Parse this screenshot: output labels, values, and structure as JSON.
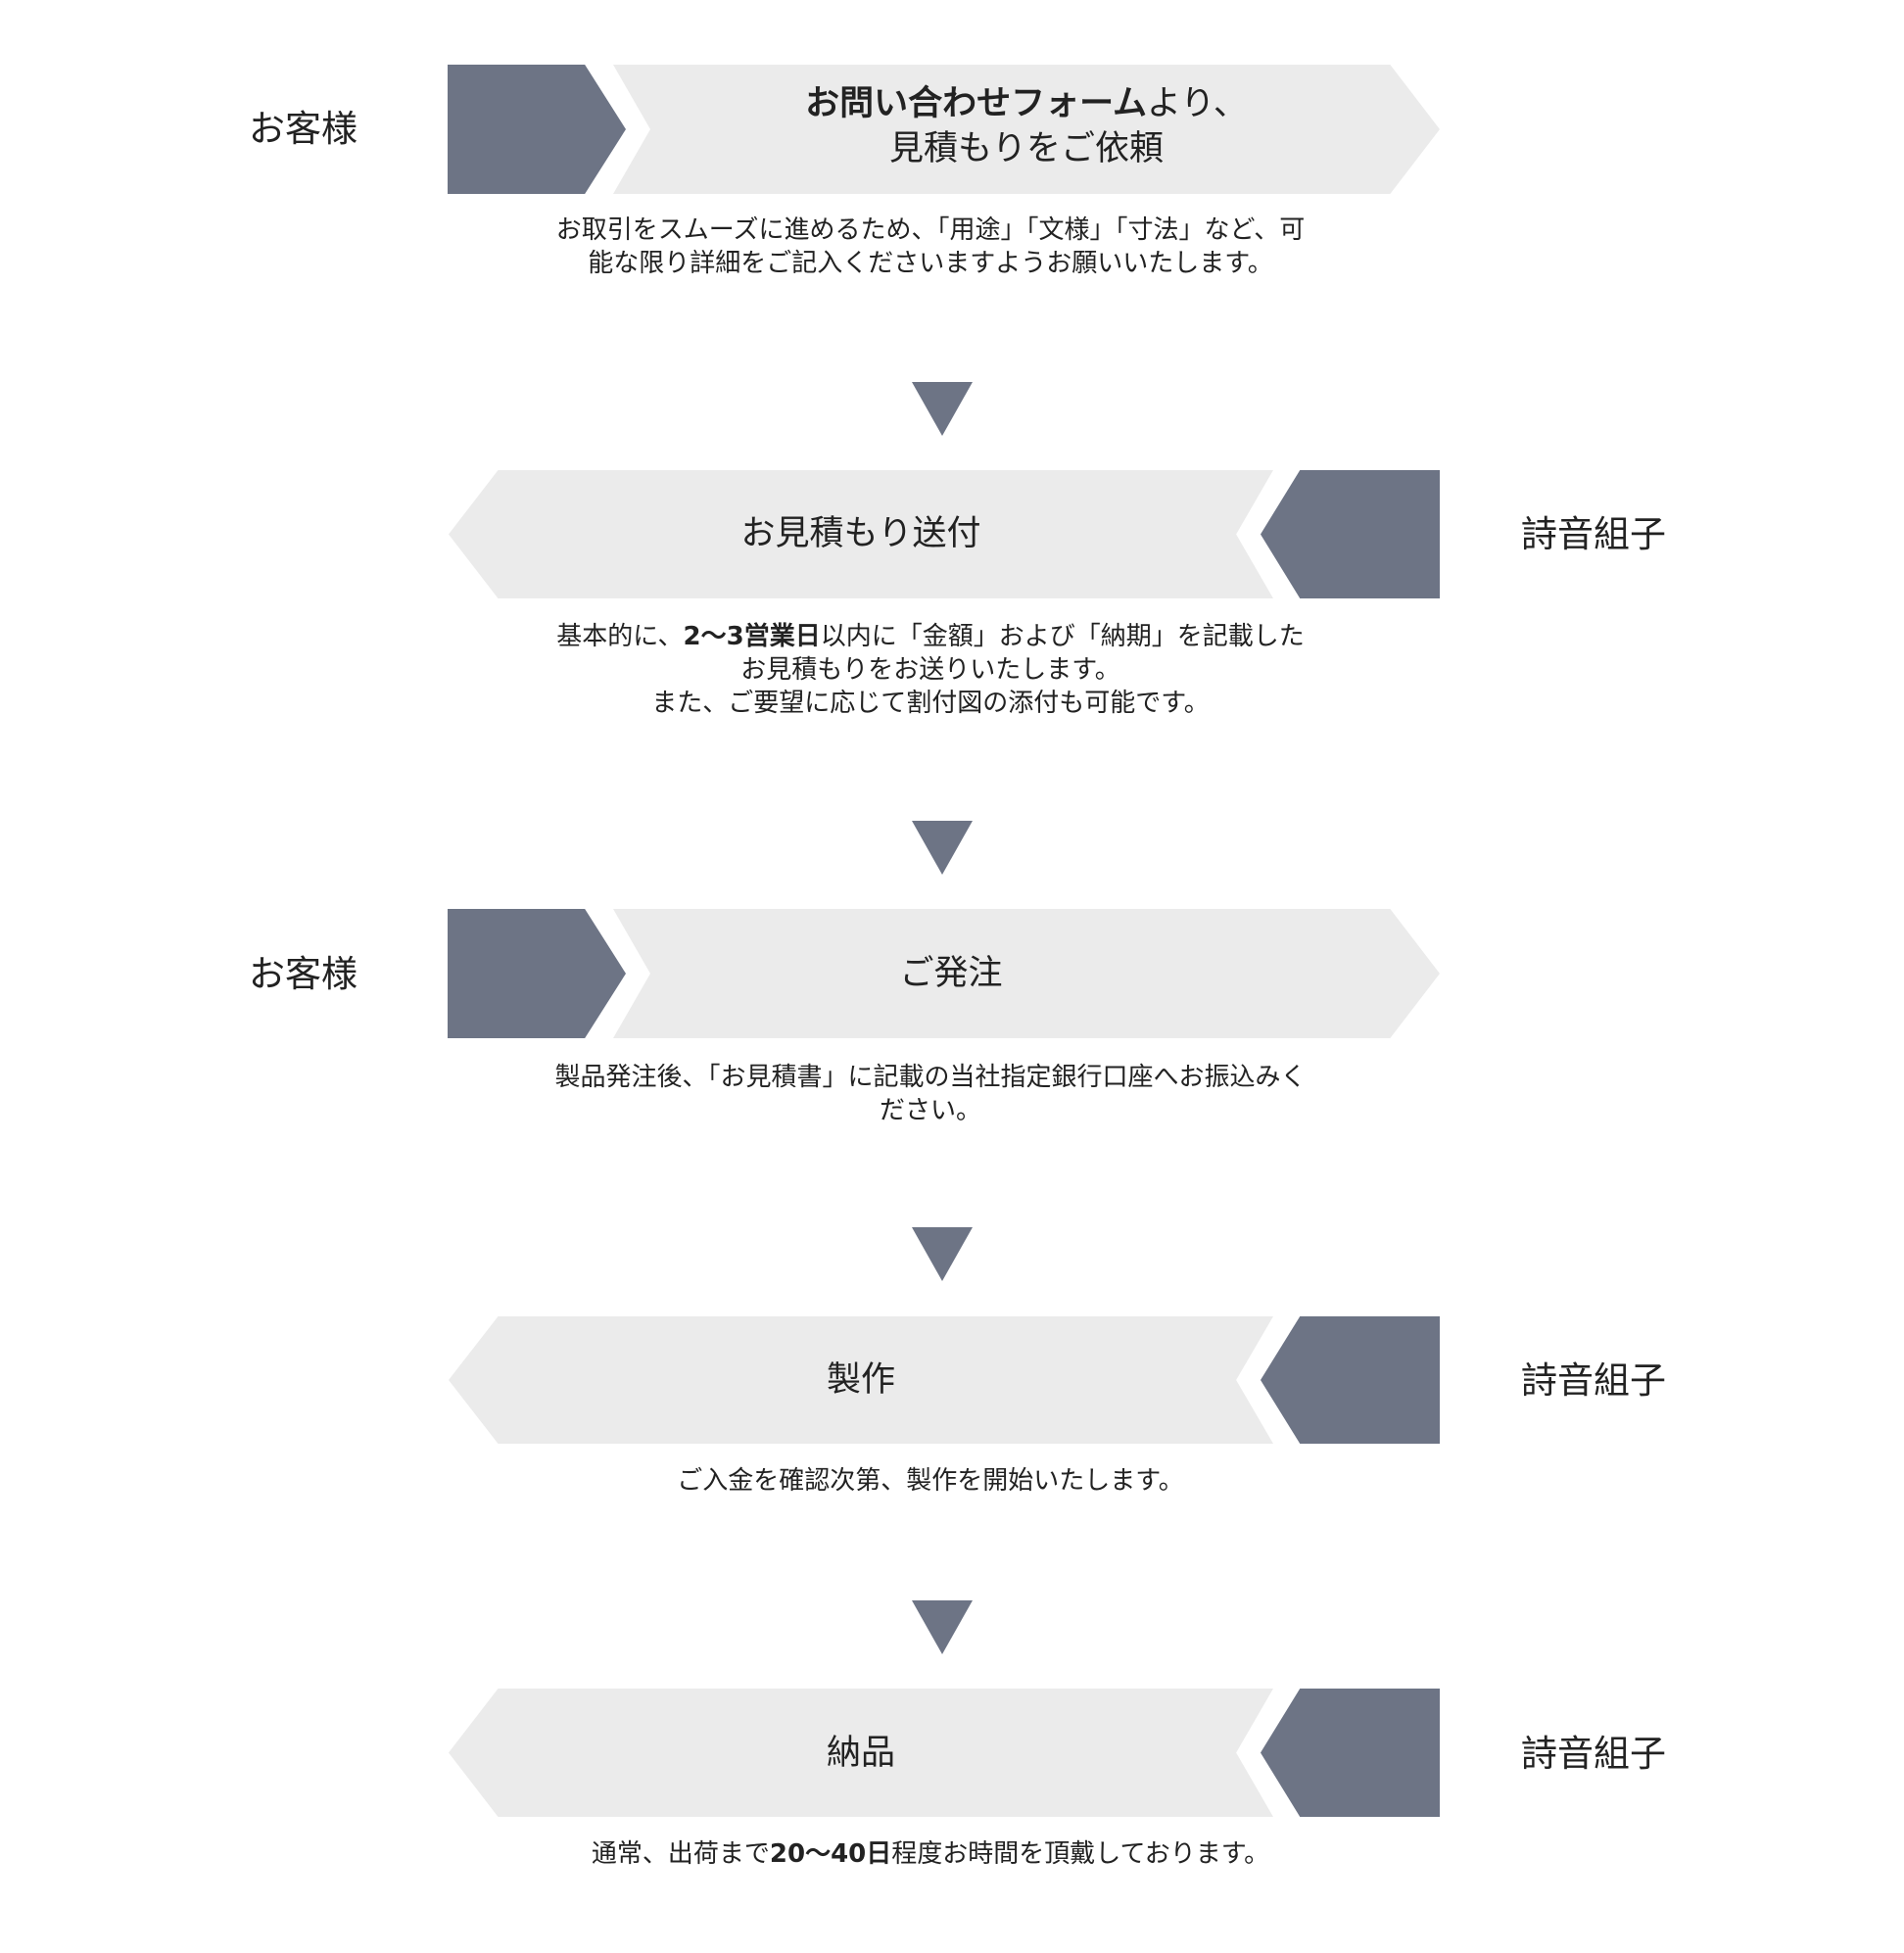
{
  "colors": {
    "accent": "#6d7485",
    "box": "#ebebeb"
  },
  "steps": [
    {
      "actor": "お客様",
      "title_bold": "お問い合わせフォーム",
      "title_rest": "より、",
      "title_line2": "見積もりをご依頼",
      "desc_lines": [
        "お取引をスムーズに進めるため、「用途」「文様」「寸法」など、可",
        "能な限り詳細をご記入くださいますようお願いいたします。"
      ]
    },
    {
      "actor": "詩音組子",
      "title": "お見積もり送付",
      "desc_pre": "基本的に、",
      "desc_bold": "2〜3営業日",
      "desc_post": "以内に「金額」および「納期」を記載した",
      "desc_lines": [
        "お見積もりをお送りいたします。",
        "また、ご要望に応じて割付図の添付も可能です。"
      ]
    },
    {
      "actor": "お客様",
      "title": "ご発注",
      "desc_lines": [
        "製品発注後、「お見積書」に記載の当社指定銀行口座へお振込みく",
        "ださい。"
      ]
    },
    {
      "actor": "詩音組子",
      "title": "製作",
      "desc_lines": [
        "ご入金を確認次第、製作を開始いたします。"
      ]
    },
    {
      "actor": "詩音組子",
      "title": "納品",
      "desc_pre": "通常、出荷まで",
      "desc_bold": "20〜40日",
      "desc_post": "程度お時間を頂戴しております。"
    }
  ]
}
